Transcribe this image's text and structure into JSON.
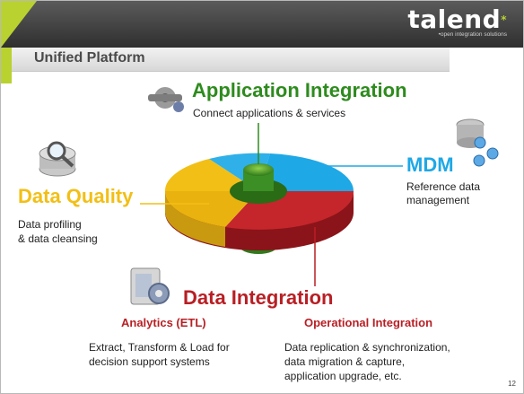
{
  "brand": {
    "name": "talend",
    "tagline": "•open integration solutions"
  },
  "slide": {
    "title": "Unified Platform",
    "page_number": "12"
  },
  "sections": {
    "app_integration": {
      "title": "Application Integration",
      "desc": "Connect applications & services"
    },
    "mdm": {
      "title": "MDM",
      "desc_line1": "Reference data",
      "desc_line2": "management"
    },
    "data_quality": {
      "title": "Data Quality",
      "desc_line1": "Data profiling",
      "desc_line2": "& data cleansing"
    },
    "data_integration": {
      "title": "Data Integration",
      "analytics": {
        "title": "Analytics  (ETL)",
        "desc_line1": "Extract, Transform & Load for",
        "desc_line2": "decision support systems"
      },
      "operational": {
        "title": "Operational Integration",
        "desc_line1": "Data replication & synchronization,",
        "desc_line2": "data migration & capture,",
        "desc_line3": "application upgrade,  etc."
      }
    }
  },
  "colors": {
    "green": "#2e8b1e",
    "blue": "#1ea8e6",
    "gold": "#f2bf16",
    "red": "#b81f24",
    "lime": "#b9d230"
  },
  "icons": [
    "gears-icon",
    "database-cluster-icon",
    "magnifier-icon",
    "document-gear-icon"
  ]
}
